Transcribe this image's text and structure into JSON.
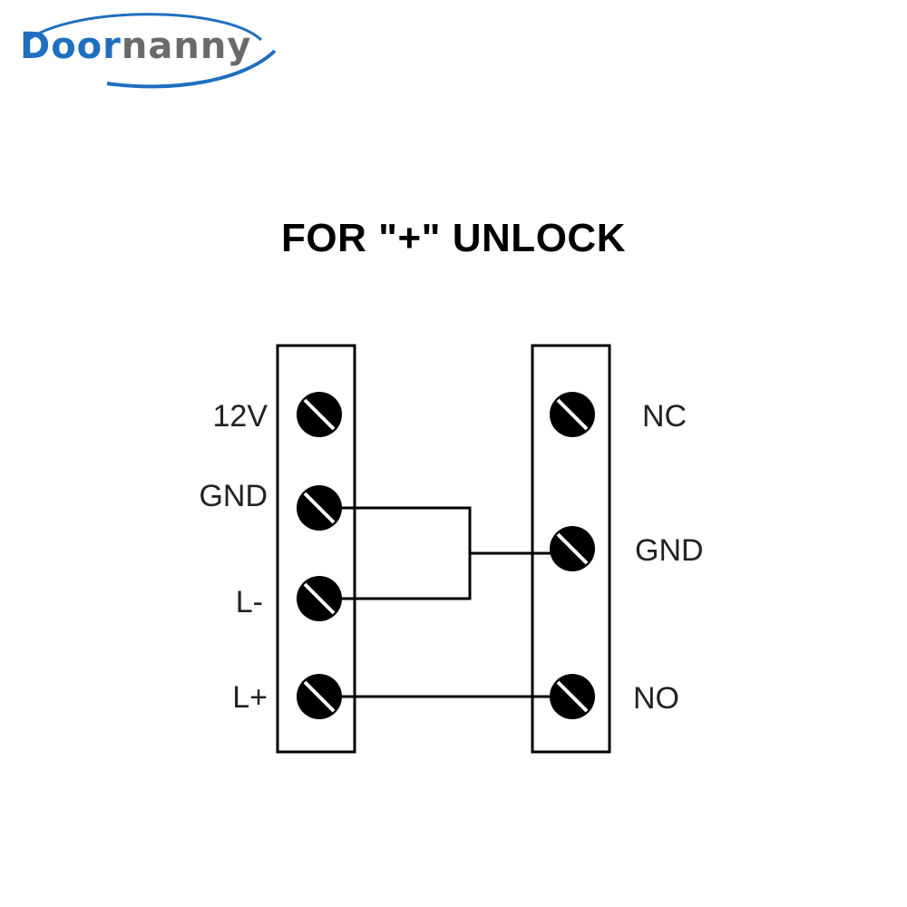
{
  "brand": {
    "logo_part1": "Door",
    "logo_part2": "nanny",
    "accent": "#1f6fc0",
    "secondary": "#6a6a6a"
  },
  "title": "FOR \"+\" UNLOCK",
  "left_block": {
    "terminals": [
      "12V",
      "GND",
      "L-",
      "L+"
    ]
  },
  "right_block": {
    "terminals": [
      "NC",
      "GND",
      "NO"
    ]
  },
  "connections": [
    {
      "from": "left.GND",
      "to": "right.GND"
    },
    {
      "from": "left.L-",
      "to": "right.GND"
    },
    {
      "from": "left.L+",
      "to": "right.NO"
    }
  ]
}
